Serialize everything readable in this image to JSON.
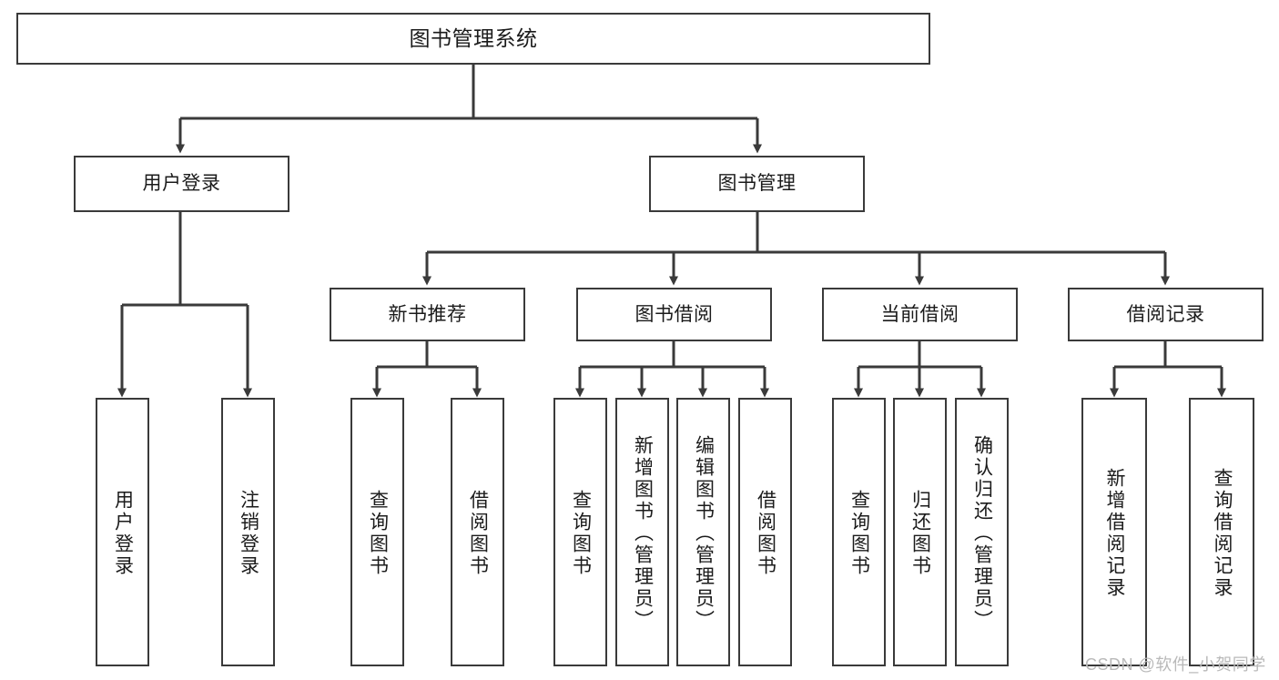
{
  "diagram": {
    "type": "tree",
    "title": "图书管理系统",
    "orientation": "top-down",
    "colors": {
      "box_border": "#3a3a3a",
      "box_fill": "#ffffff",
      "connector": "#3a3a3a",
      "text": "#1b1b1b",
      "watermark": "#b9b9b9"
    },
    "root": {
      "label": "图书管理系统"
    },
    "level1": [
      {
        "label": "用户登录"
      },
      {
        "label": "图书管理"
      }
    ],
    "level2": [
      {
        "label": "新书推荐"
      },
      {
        "label": "图书借阅"
      },
      {
        "label": "当前借阅"
      },
      {
        "label": "借阅记录"
      }
    ],
    "leaves": {
      "user_login": [
        {
          "label": "用户登录"
        },
        {
          "label": "注销登录"
        }
      ],
      "new_book_recommend": [
        {
          "label": "查询图书"
        },
        {
          "label": "借阅图书"
        }
      ],
      "book_borrow": [
        {
          "label": "查询图书"
        },
        {
          "label": "新增图书（管理员）"
        },
        {
          "label": "编辑图书（管理员）"
        },
        {
          "label": "借阅图书"
        }
      ],
      "current_borrow": [
        {
          "label": "查询图书"
        },
        {
          "label": "归还图书"
        },
        {
          "label": "确认归还（管理员）"
        }
      ],
      "borrow_record": [
        {
          "label": "新增借阅记录"
        },
        {
          "label": "查询借阅记录"
        }
      ]
    }
  },
  "watermark": {
    "text": "CSDN @软件_小贺同学"
  }
}
